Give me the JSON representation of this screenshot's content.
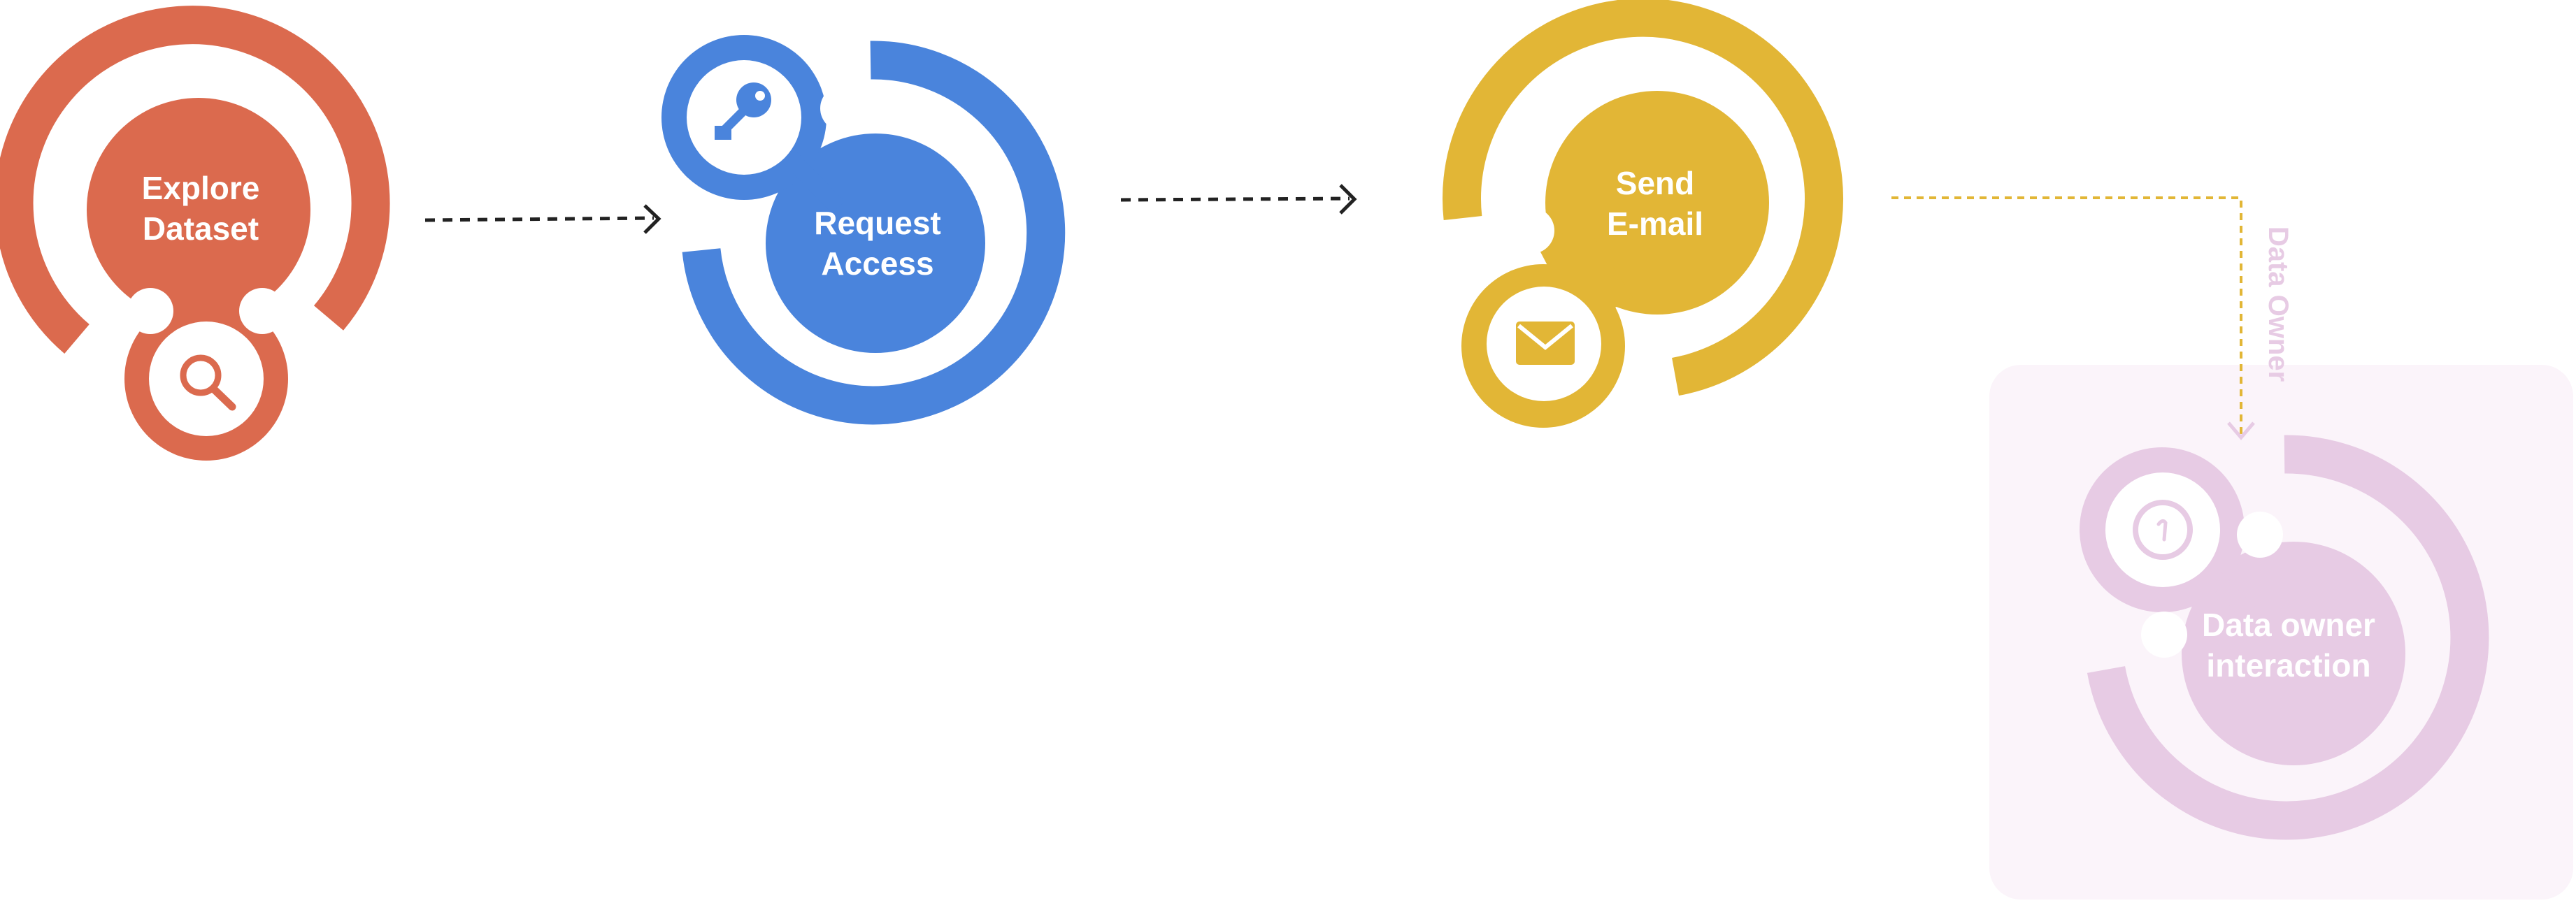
{
  "nodes": {
    "explore": {
      "line1": "Explore",
      "line2": "Dataset",
      "icon": "search-icon",
      "color": "#DB6A4E"
    },
    "request": {
      "line1": "Request",
      "line2": "Access",
      "icon": "key-icon",
      "color": "#4A84DC"
    },
    "email": {
      "line1": "Send",
      "line2": "E-mail",
      "icon": "envelope-icon",
      "color": "#E2B636"
    },
    "owner": {
      "line1": "Data owner",
      "line2": "interaction",
      "icon": "info-icon",
      "color": "#E7CBE4"
    }
  },
  "edges": {
    "owner_branch": {
      "label": "Data Owner",
      "color": "#E2B636",
      "label_color": "#E7CBE4"
    }
  },
  "colors": {
    "arrow": "#222222",
    "owner_panel": "#FBF4FA"
  }
}
